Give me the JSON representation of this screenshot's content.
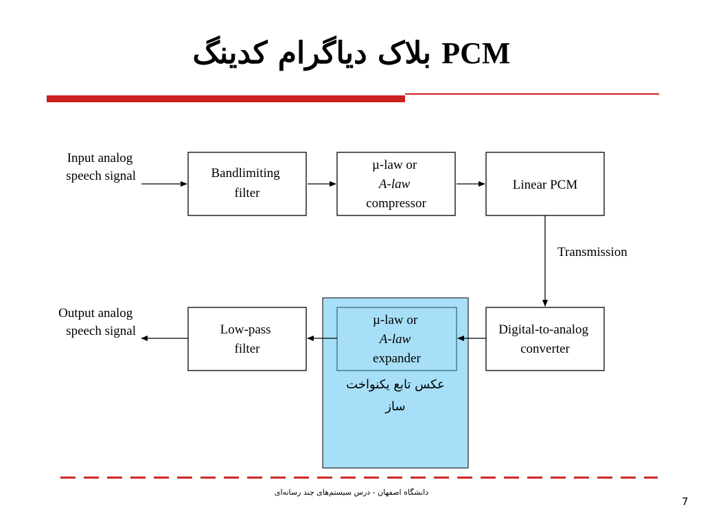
{
  "slide": {
    "title_fa": "بلاک دیاگرام کدینگ",
    "title_en": "PCM",
    "footer": "دانشگاه اصفهان - درس سیستم‌های چند رسانه‌ای",
    "page_number": "7"
  },
  "diagram": {
    "input_label": [
      "Input analog",
      "speech signal"
    ],
    "output_label": [
      "Output analog",
      "speech signal"
    ],
    "blocks": {
      "bandlimiting_filter": [
        "Bandlimiting",
        "filter"
      ],
      "compressor": [
        "µ-law or",
        "A-law",
        "compressor"
      ],
      "linear_pcm": [
        "Linear PCM"
      ],
      "dac": [
        "Digital-to-analog",
        "converter"
      ],
      "expander": [
        "µ-law or",
        "A-law",
        "expander"
      ],
      "lowpass_filter": [
        "Low-pass",
        "filter"
      ]
    },
    "transmission_label": "Transmission",
    "highlight_caption": [
      "عکس تابع یکنواخت",
      "ساز"
    ],
    "colors": {
      "highlight_fill": "#a6dff7",
      "accent_red": "#cc1f1f",
      "expander_border": "#3a6a7a"
    }
  }
}
